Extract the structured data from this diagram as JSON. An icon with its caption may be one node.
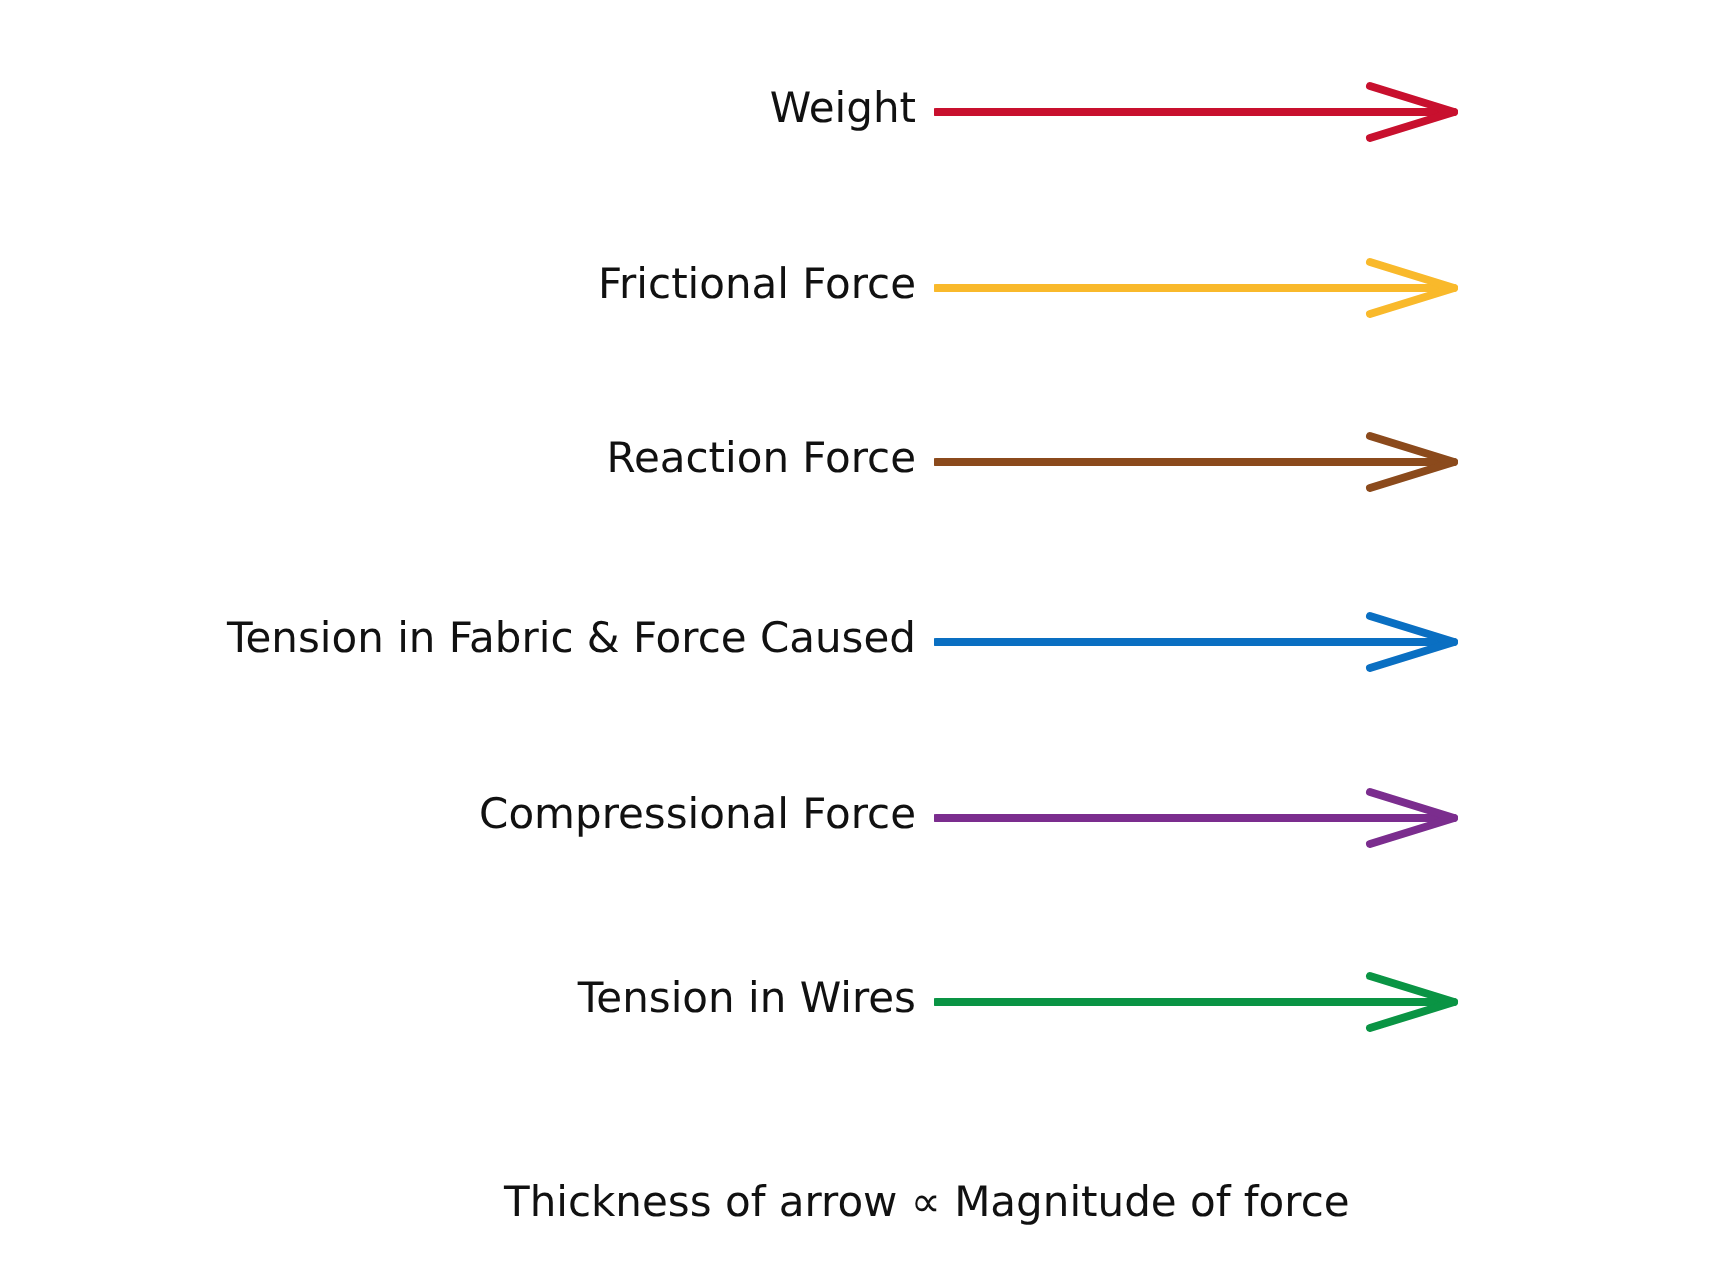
{
  "diagram": {
    "legend": [
      {
        "text": "Weight",
        "color": "#c8102e"
      },
      {
        "text": "Frictional Force",
        "color": "#f9b92b"
      },
      {
        "text": "Reaction Force",
        "color": "#8b4a1c"
      },
      {
        "text": "Tension in Fabric & Force Caused",
        "color": "#0a6fc2"
      },
      {
        "text": "Compressional Force",
        "color": "#7b2d8e"
      },
      {
        "text": "Tension in Wires",
        "color": "#0a9444"
      }
    ],
    "labels": [
      "Thickness of arrow ∝ Magnitude of force"
    ]
  }
}
